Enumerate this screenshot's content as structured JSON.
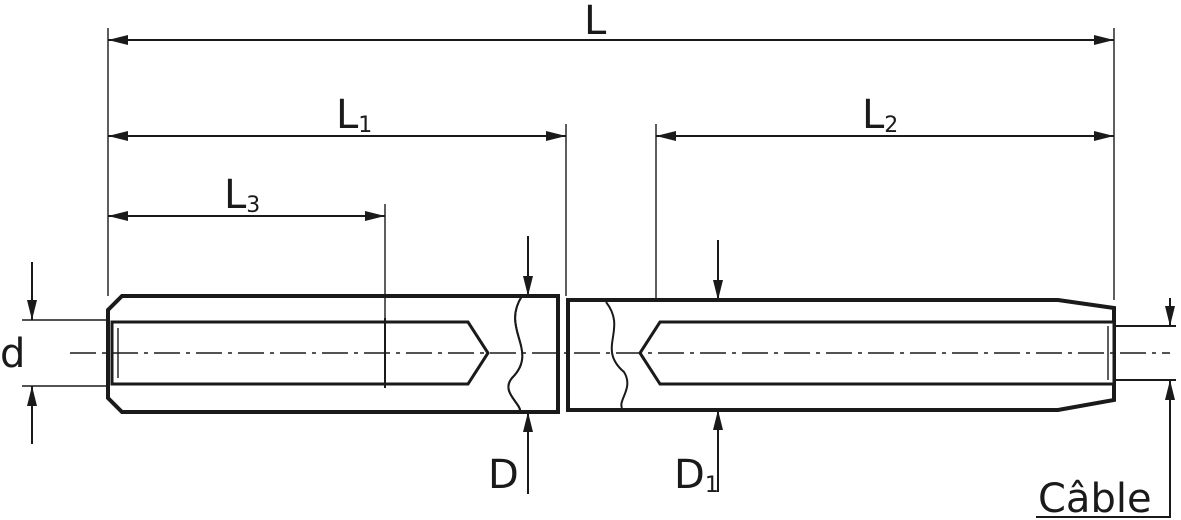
{
  "labels": {
    "L": {
      "main": "L",
      "sub": ""
    },
    "L1": {
      "main": "L",
      "sub": "1"
    },
    "L2": {
      "main": "L",
      "sub": "2"
    },
    "L3": {
      "main": "L",
      "sub": "3"
    },
    "d": {
      "main": "d"
    },
    "D": {
      "main": "D"
    },
    "D1": {
      "main": "D",
      "sub": "1"
    },
    "cable": {
      "main": "Câble"
    }
  },
  "colors": {
    "line": "#1a1a1a",
    "background": "#ffffff"
  }
}
